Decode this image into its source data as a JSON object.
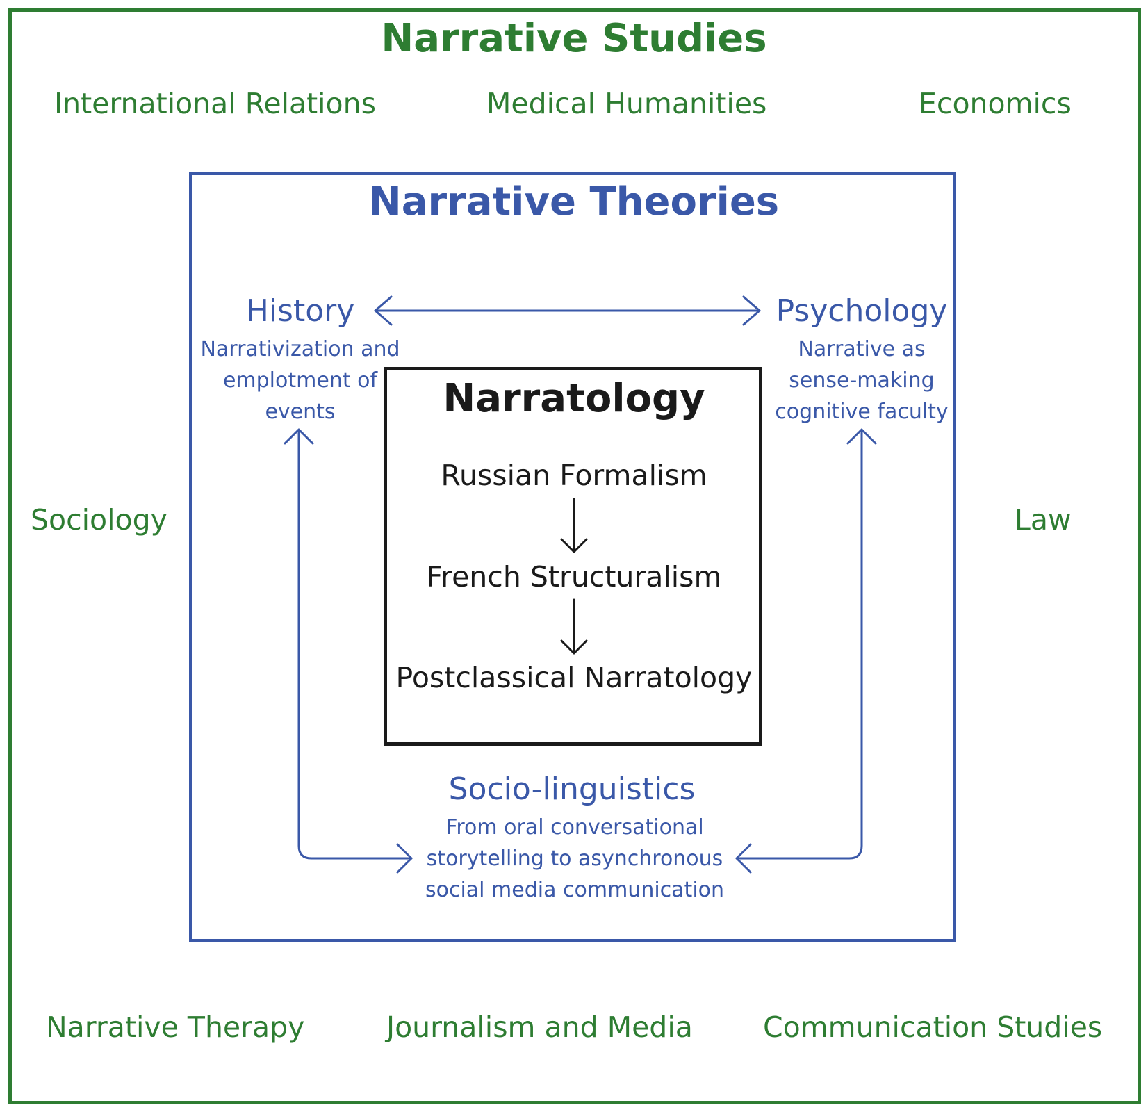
{
  "narrative_studies": {
    "title": "Narrative Studies",
    "fields": {
      "international_relations": "International Relations",
      "medical_humanities": "Medical Humanities",
      "economics": "Economics",
      "sociology": "Sociology",
      "law": "Law",
      "narrative_therapy": "Narrative Therapy",
      "journalism_and_media": "Journalism and Media",
      "communication_studies": "Communication Studies"
    }
  },
  "narrative_theories": {
    "title": "Narrative Theories",
    "history": {
      "name": "History",
      "description": "Narrativization and emplotment of events"
    },
    "psychology": {
      "name": "Psychology",
      "description": "Narrative as sense-making cognitive faculty"
    },
    "socio_linguistics": {
      "name": "Socio-linguistics",
      "description": "From oral conversational storytelling to asynchronous social media communication"
    }
  },
  "narratology": {
    "title": "Narratology",
    "stages": [
      "Russian Formalism",
      "French Structuralism",
      "Postclassical Narratology"
    ]
  },
  "colors": {
    "studies": "#2e7d32",
    "theories": "#3a58a8",
    "narratology": "#1a1a1a"
  }
}
